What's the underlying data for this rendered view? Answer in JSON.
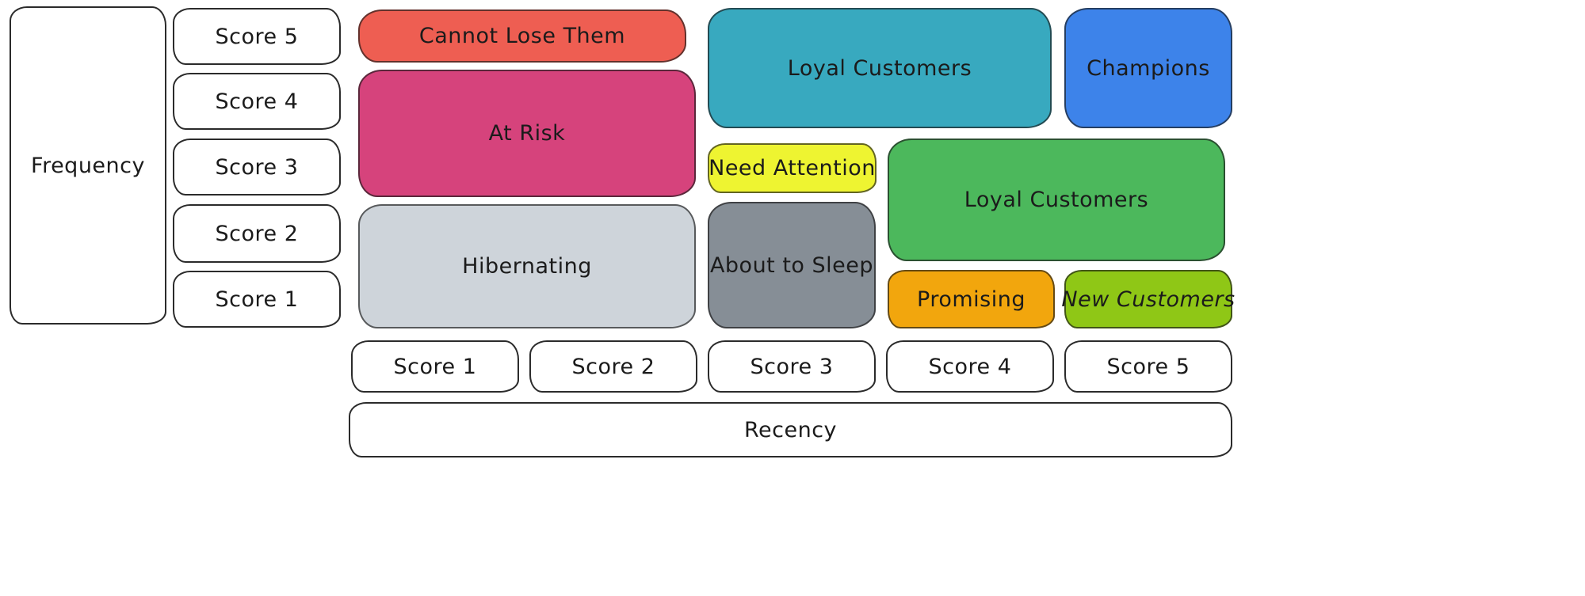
{
  "frequency_axis": {
    "label": "Frequency",
    "scores": [
      "Score 5",
      "Score 4",
      "Score 3",
      "Score 2",
      "Score 1"
    ]
  },
  "recency_axis": {
    "label": "Recency",
    "scores": [
      "Score 1",
      "Score 2",
      "Score 3",
      "Score 4",
      "Score 5"
    ]
  },
  "segments": [
    {
      "label": "Cannot Lose Them",
      "color": "#ee5e52"
    },
    {
      "label": "At Risk",
      "color": "#d6437c"
    },
    {
      "label": "Hibernating",
      "color": "#ced4da"
    },
    {
      "label": "Loyal Customers",
      "color": "#38a9bf"
    },
    {
      "label": "Champions",
      "color": "#3d83ea"
    },
    {
      "label": "Need Attention",
      "color": "#eef431"
    },
    {
      "label": "Loyal Customers",
      "color": "#4cb85c"
    },
    {
      "label": "About to Sleep",
      "color": "#868e96"
    },
    {
      "label": "Promising",
      "color": "#f2a60d"
    },
    {
      "label": "New Customers",
      "color": "#8fc716"
    }
  ]
}
